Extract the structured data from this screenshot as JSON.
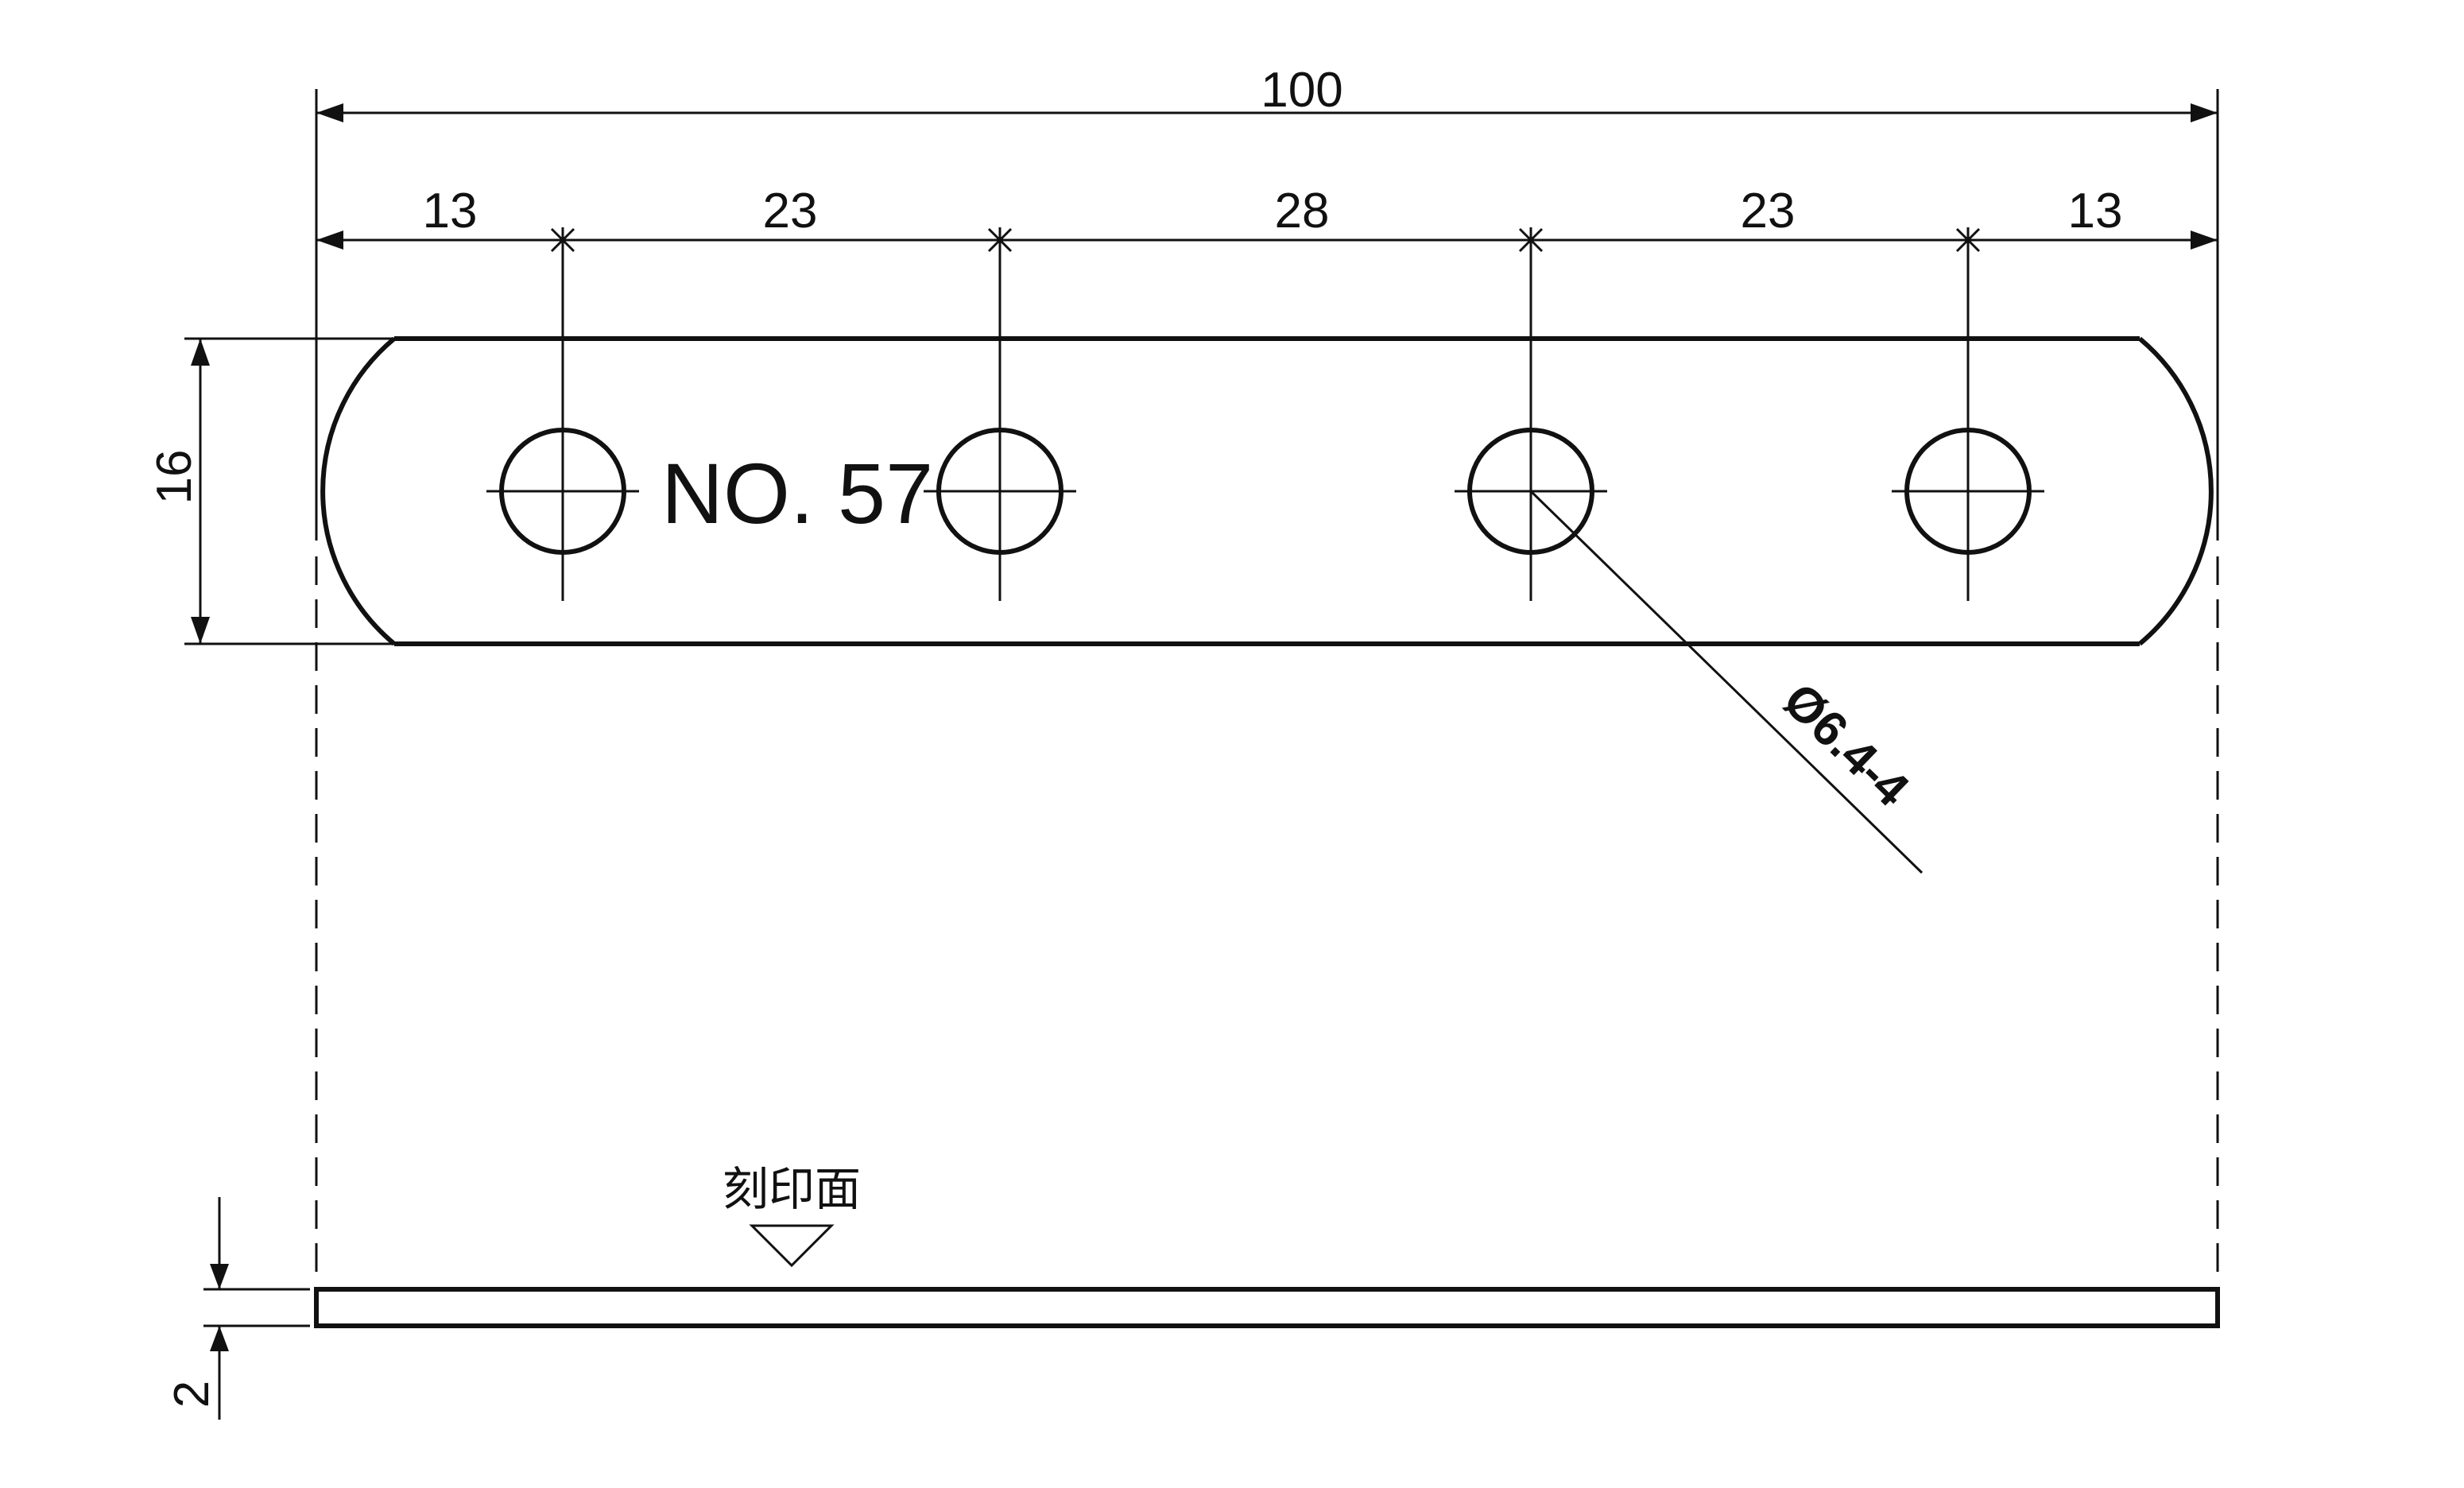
{
  "drawing": {
    "overall_length": "100",
    "hole_spacing": [
      "13",
      "23",
      "28",
      "23",
      "13"
    ],
    "width": "16",
    "thickness": "2",
    "stamp_text": "NO. 57",
    "hole_callout": "Ø6.4-4",
    "stamp_face_label": "刻印面",
    "hole_count": 4
  }
}
